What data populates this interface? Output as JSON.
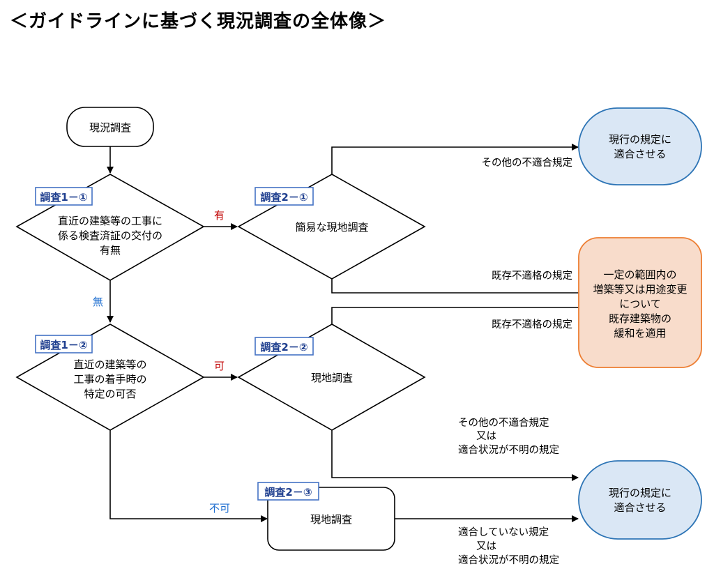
{
  "title": "＜ガイドラインに基づく現況調査の全体像＞",
  "colors": {
    "line": "#000000",
    "tag_border": "#4472c4",
    "tag_text": "#1f3f8f",
    "result_blue_fill": "#dae7f5",
    "result_blue_border": "#2e75b6",
    "result_orange_fill": "#f8dccb",
    "result_orange_border": "#ed7d31",
    "yes_color": "#c00000",
    "no_color": "#1f6fd0"
  },
  "nodes": {
    "start": "現況調査",
    "d1": {
      "tag": "調査1－①",
      "lines": [
        "直近の建築等の工事に",
        "係る検査済証の交付の",
        "有無"
      ]
    },
    "d2": {
      "tag": "調査1－②",
      "lines": [
        "直近の建築等の",
        "工事の着手時の",
        "特定の可否"
      ]
    },
    "s21": {
      "tag": "調査2－①",
      "text": "簡易な現地調査"
    },
    "s22": {
      "tag": "調査2－②",
      "text": "現地調査"
    },
    "s23": {
      "tag": "調査2－③",
      "text": "現地調査"
    },
    "r1": {
      "lines": [
        "現行の規定に",
        "適合させる"
      ]
    },
    "r2": {
      "lines": [
        "一定の範囲内の",
        "増築等又は用途変更",
        "について",
        "既存建築物の",
        "緩和を適用"
      ]
    },
    "r3": {
      "lines": [
        "現行の規定に",
        "適合させる"
      ]
    }
  },
  "edges": {
    "yes1": "有",
    "no1": "無",
    "yes2": "可",
    "no2": "不可",
    "e_s21_r1": "その他の不適合規定",
    "e_s21_r2": "既存不適格の規定",
    "e_s22_r2": "既存不適格の規定",
    "e_s22_r3": [
      "その他の不適合規定",
      "又は",
      "適合状況が不明の規定"
    ],
    "e_s23_r3": [
      "適合していない規定",
      "又は",
      "適合状況が不明の規定"
    ]
  }
}
